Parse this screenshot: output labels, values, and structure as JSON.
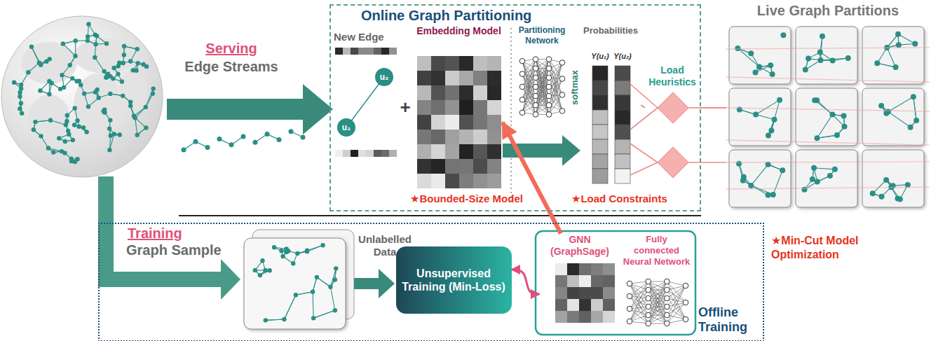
{
  "diagram": {
    "nodes": [
      {
        "text": [
          "Online Graph Partitioning"
        ]
      },
      {
        "text": [
          "Embedding Model"
        ],
        "in": 0
      },
      {
        "text": [
          "Partitioning Network"
        ],
        "in": 0
      },
      {
        "text": [
          "Probabilities"
        ],
        "in": 0
      },
      {
        "text": [
          "Load Heuristics"
        ],
        "in": 0
      },
      {
        "text": [
          "Live Graph Partitions"
        ]
      },
      {
        "text": [
          "Offline Training"
        ]
      },
      {
        "text": [
          "Unsupervised Training (Min-Loss)"
        ],
        "in": 6
      },
      {
        "text": [
          "GNN (GraphSage)"
        ],
        "in": 6
      },
      {
        "text": [
          "Fully connected Neural Network"
        ],
        "in": 6
      }
    ],
    "edges": [
      {
        "from": 1,
        "to": 3,
        "arrow": "to"
      },
      {
        "from": 3,
        "to": 4,
        "arrow": "none"
      },
      {
        "from": 4,
        "to": 5,
        "arrow": "none"
      },
      {
        "from": 7,
        "to": 8,
        "arrow": "both"
      },
      {
        "from": 8,
        "to": 1,
        "arrow": "to"
      }
    ],
    "labels": [
      "Serving",
      "Edge Streams",
      "New Edge",
      "u₁",
      "u₂",
      "+",
      "softmax",
      "Y(u₁)",
      "Y(u₂)",
      "★Bounded-Size Model",
      "★Load Constraints",
      "Training",
      "Graph Sample",
      "Unlabelled Data",
      "★Min-Cut Model Optimization"
    ]
  }
}
